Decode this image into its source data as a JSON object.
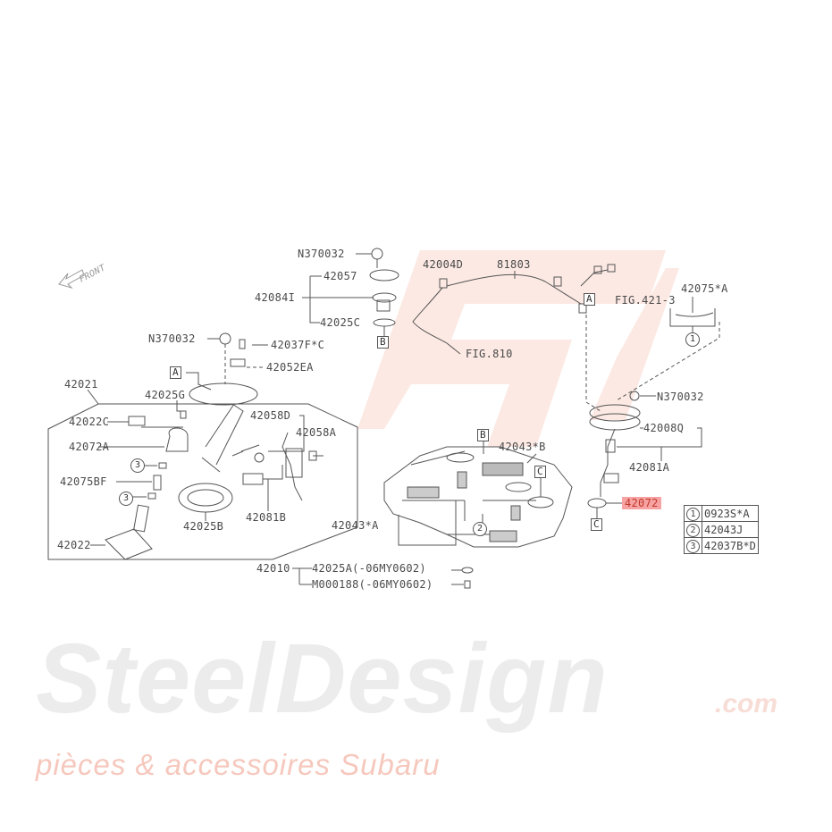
{
  "watermark": {
    "brand": "SteelDesign",
    "suffix": ".com",
    "tagline": "pièces & accessoires Subaru"
  },
  "front_label": "FRONT",
  "labels": {
    "n370032_top": "N370032",
    "p42057": "42057",
    "p42084i": "42084I",
    "p42025c": "42025C",
    "p42004d": "42004D",
    "p81803": "81803",
    "fig810": "FIG.810",
    "fig421": "FIG.421-3",
    "p42075a": "42075*A",
    "n370032_right": "N370032",
    "p42008q": "42008Q",
    "p42081a": "42081A",
    "p42072": "42072",
    "n370032_left": "N370032",
    "p42037fc": "42037F*C",
    "p42052ea": "42052EA",
    "p42021": "42021",
    "p42025g": "42025G",
    "p42058d": "42058D",
    "p42022c": "42022C",
    "p42058a": "42058A",
    "p42072a": "42072A",
    "p42075bf": "42075BF",
    "p42025b": "42025B",
    "p42081b": "42081B",
    "p42022": "42022",
    "p42043b": "42043*B",
    "p42043a": "42043*A",
    "p42010": "42010",
    "p42025a": "42025A(-06MY0602)",
    "m000188": "M000188(-06MY0602)"
  },
  "refs": {
    "A": "A",
    "B": "B",
    "C": "C",
    "one": "1",
    "two": "2",
    "three": "3"
  },
  "legend": [
    {
      "num": "1",
      "part": "0923S*A"
    },
    {
      "num": "2",
      "part": "42043J"
    },
    {
      "num": "3",
      "part": "42037B*D"
    }
  ],
  "colors": {
    "highlight": "#f7a3a3",
    "line": "#555555",
    "watermark_red": "#f6c8bd"
  }
}
